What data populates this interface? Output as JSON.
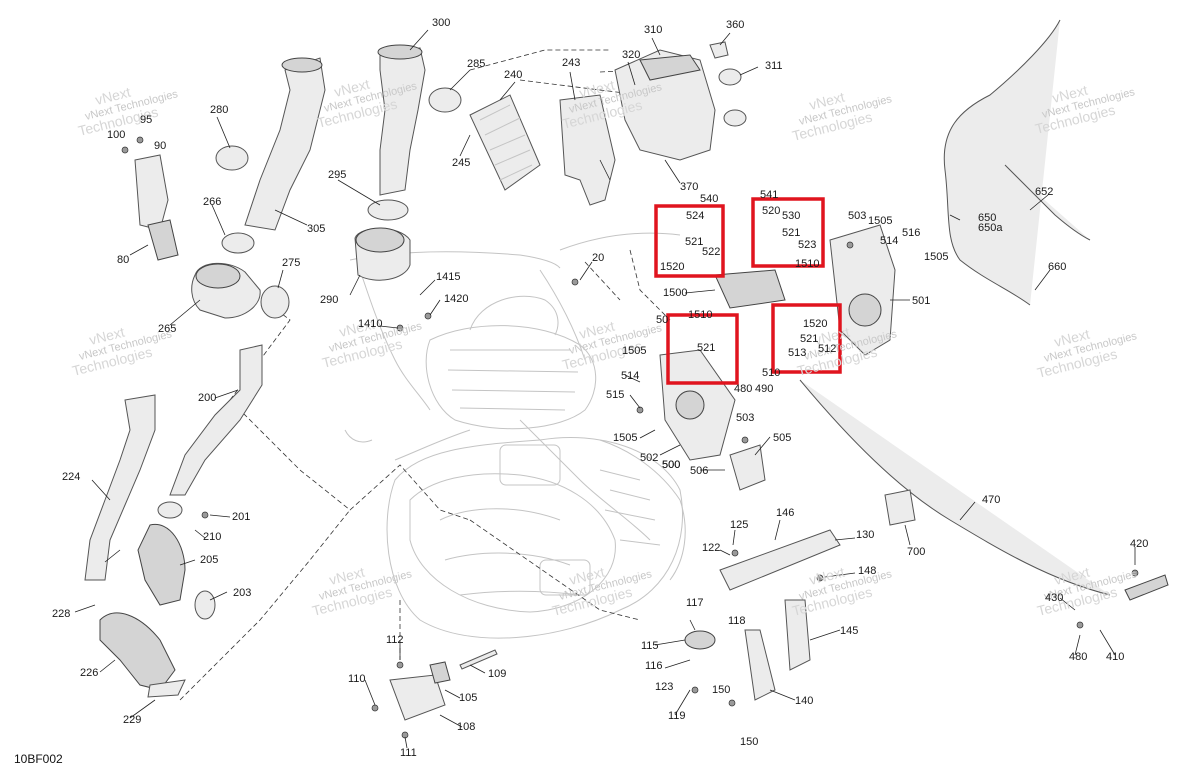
{
  "diagram": {
    "code": "10BF002",
    "watermark": {
      "line1": "vNext",
      "line2": "Technologies",
      "combined": "vNext Technologies"
    },
    "labels": [
      "300",
      "285",
      "310",
      "360",
      "311",
      "320",
      "240",
      "243",
      "280",
      "305",
      "95",
      "100",
      "90",
      "245",
      "370",
      "541",
      "540",
      "524",
      "520",
      "530",
      "521",
      "521",
      "522",
      "523",
      "1520",
      "1510",
      "503",
      "1505",
      "514",
      "516",
      "1505",
      "650",
      "650a",
      "652",
      "660",
      "20",
      "1415",
      "1420",
      "1410",
      "266",
      "295",
      "290",
      "275",
      "265",
      "80",
      "1500",
      "501",
      "1520",
      "521",
      "513",
      "512",
      "521",
      "1510",
      "490",
      "480",
      "510",
      "500",
      "1505",
      "514",
      "515",
      "1505",
      "502",
      "500",
      "503",
      "506",
      "505",
      "200",
      "224",
      "201",
      "210",
      "205",
      "203",
      "228",
      "226",
      "229",
      "470",
      "700",
      "125",
      "146",
      "130",
      "122",
      "148",
      "117",
      "118",
      "145",
      "115",
      "116",
      "123",
      "119",
      "150",
      "140",
      "150",
      "112",
      "109",
      "110",
      "105",
      "108",
      "111",
      "420",
      "430",
      "480",
      "410",
      "50"
    ],
    "highlight_color": "#e0141e"
  }
}
